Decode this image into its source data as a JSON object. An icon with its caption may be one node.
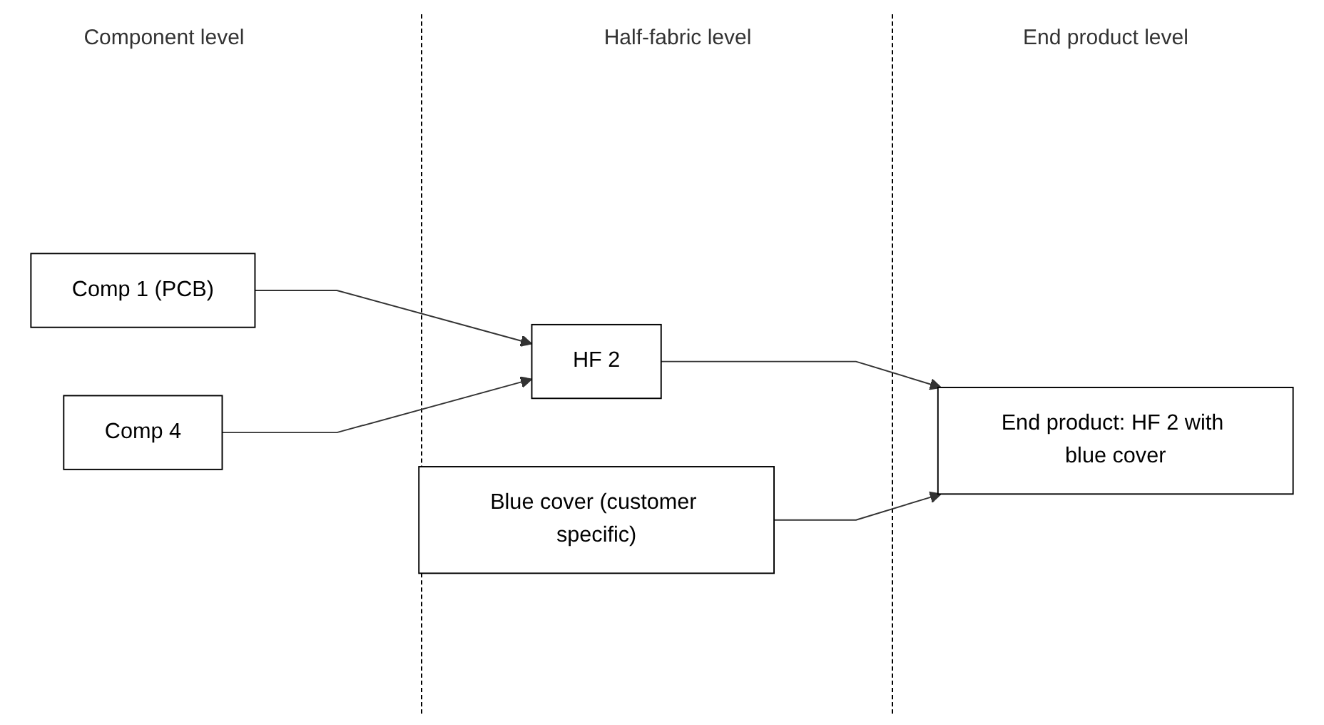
{
  "diagram": {
    "nodes": [
      {
        "text": [
          "Comp 1 (PCB)"
        ]
      },
      {
        "text": [
          "Comp 4"
        ]
      },
      {
        "text": [
          "HF 2"
        ]
      },
      {
        "text": [
          "Blue cover (customer specific)"
        ]
      },
      {
        "text": [
          "End product: HF 2 with blue cover"
        ]
      }
    ],
    "edges": [
      {
        "from": 0,
        "to": 2,
        "arrow": "to"
      },
      {
        "from": 1,
        "to": 2,
        "arrow": "to"
      },
      {
        "from": 2,
        "to": 4,
        "arrow": "to"
      },
      {
        "from": 3,
        "to": 4,
        "arrow": "to"
      }
    ],
    "labels": [
      "Component level",
      "Half-fabric level",
      "End product level"
    ]
  }
}
